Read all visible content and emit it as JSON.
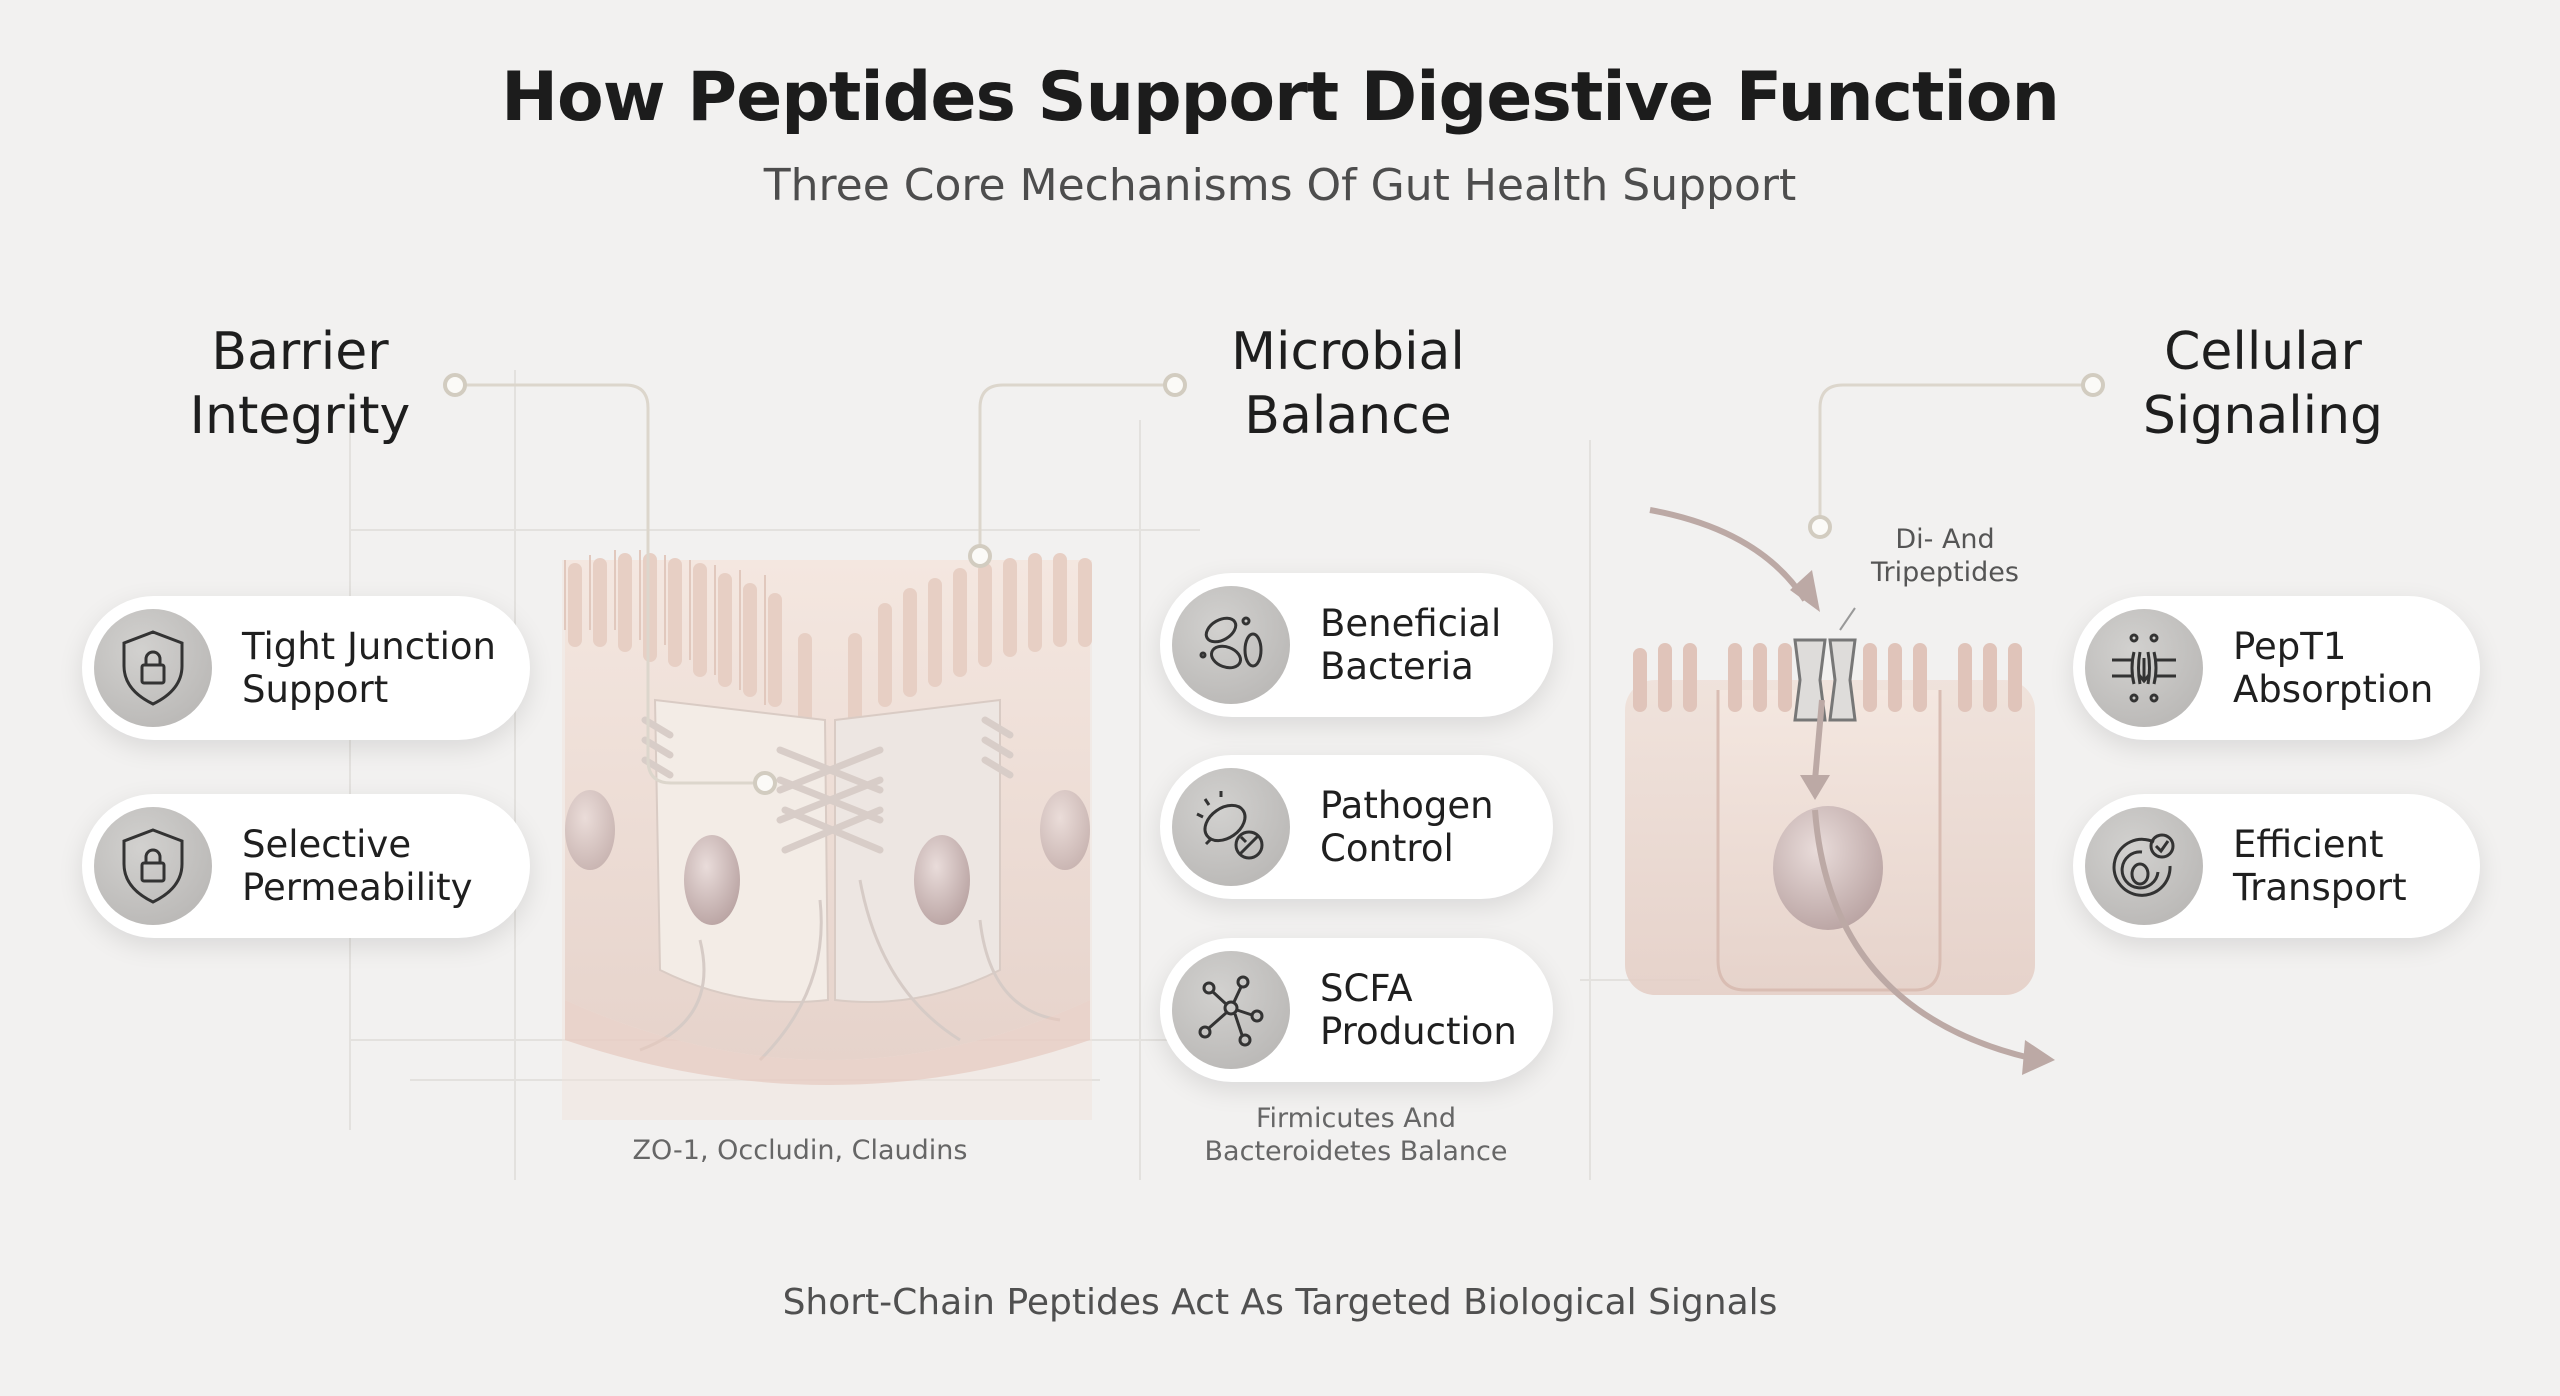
{
  "header": {
    "title": "How Peptides Support Digestive Function",
    "subtitle": "Three Core Mechanisms Of Gut Health Support"
  },
  "sections": [
    {
      "heading_line1": "Barrier",
      "heading_line2": "Integrity",
      "items": [
        {
          "line1": "Tight Junction",
          "line2": "Support",
          "icon": "shield-lock-icon"
        },
        {
          "line1": "Selective",
          "line2": "Permeability",
          "icon": "shield-lock-icon"
        }
      ],
      "caption": "ZO-1, Occludin, Claudins"
    },
    {
      "heading_line1": "Microbial",
      "heading_line2": "Balance",
      "items": [
        {
          "line1": "Beneficial",
          "line2": "Bacteria",
          "icon": "bacteria-icon"
        },
        {
          "line1": "Pathogen",
          "line2": "Control",
          "icon": "pathogen-block-icon"
        },
        {
          "line1": "SCFA",
          "line2": "Production",
          "icon": "molecule-icon"
        }
      ],
      "caption_line1": "Firmicutes And",
      "caption_line2": "Bacteroidetes Balance"
    },
    {
      "heading_line1": "Cellular",
      "heading_line2": "Signaling",
      "items": [
        {
          "line1": "PepT1",
          "line2": "Absorption",
          "icon": "transporter-icon"
        },
        {
          "line1": "Efficient",
          "line2": "Transport",
          "icon": "cell-check-icon"
        }
      ],
      "annotation_line1": "Di- And",
      "annotation_line2": "Tripeptides"
    }
  ],
  "footer": {
    "text": "Short-Chain Peptides Act As Targeted Biological Signals"
  },
  "colors": {
    "background": "#f2f1f0",
    "cell": "#eadbd3",
    "arrow": "#b9a6a2",
    "connector": "#d8d2c8"
  }
}
